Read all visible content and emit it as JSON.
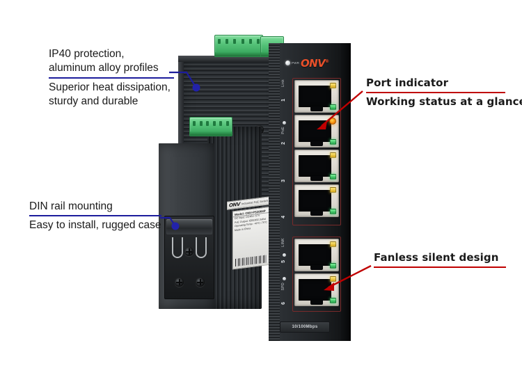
{
  "callouts": [
    {
      "id": "ip40",
      "heading": "IP40 protection,\naluminum alloy profiles",
      "subtext": "Superior heat dissipation,\nsturdy and durable",
      "rule_color": "#1c1c9c",
      "side": "left"
    },
    {
      "id": "din-rail",
      "heading": "DIN rail mounting",
      "subtext": "Easy to install, rugged case",
      "rule_color": "#1c1c9c",
      "side": "left"
    },
    {
      "id": "port-indicator",
      "heading": "Port indicator",
      "subtext": "Working status at a glance",
      "rule_color": "#c00000",
      "side": "right"
    },
    {
      "id": "fanless",
      "heading": "Fanless silent design",
      "subtext": "",
      "rule_color": "#c00000",
      "side": "right"
    }
  ],
  "device": {
    "brand": "ONV",
    "brand_superscript": "®",
    "brand_color": "#e8502a",
    "power_led_label": "PWR",
    "speed_marking": "10/100Mbps",
    "upper_group_labels": {
      "link": "Link",
      "poe": "PoE"
    },
    "lower_group_labels": {
      "link": "LINK",
      "spd": "SPD"
    },
    "ports_upper": [
      "1",
      "2",
      "3",
      "4"
    ],
    "ports_lower": [
      "5",
      "6"
    ],
    "label": {
      "brand_line": "Industrial PoE Switch",
      "model_line": "Model: ONV-PS2064P",
      "rows": [
        "DC Input: DC48V~57V",
        "PoE Output: IEEE802.3af/at",
        "Operating Temp: -40°C~75°C",
        "Made in China"
      ]
    }
  },
  "colors": {
    "blue_leader": "#1c1c9c",
    "red_leader": "#c00000",
    "background": "#ffffff",
    "led_green": "#2fbf5f",
    "led_yellow": "#e8c41e",
    "led_amber": "#f58a00"
  }
}
